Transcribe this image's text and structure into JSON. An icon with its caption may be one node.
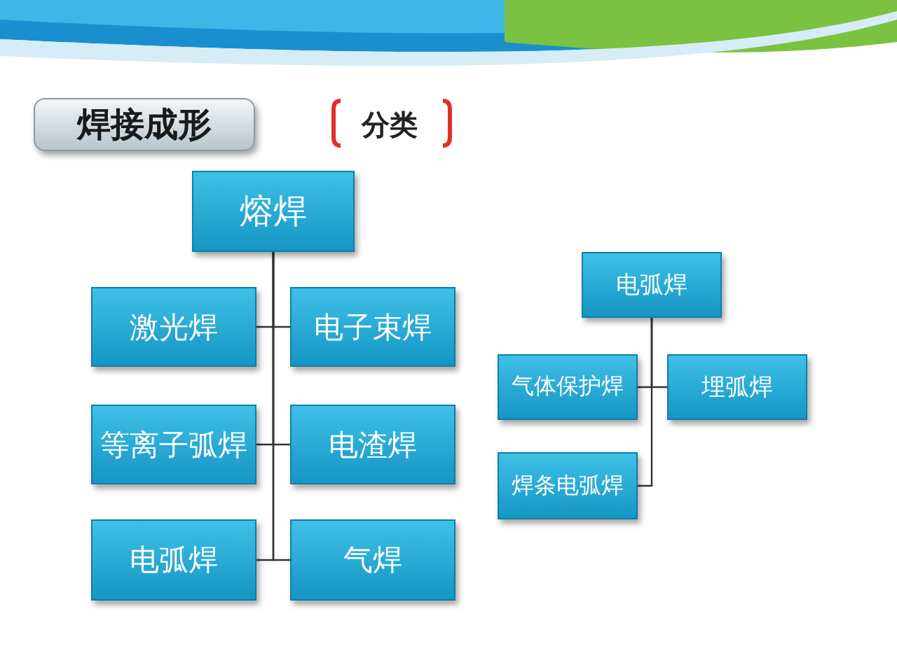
{
  "diagram": {
    "title": "焊接成形",
    "nodes": [
      {
        "text": [
          "熔焊"
        ]
      },
      {
        "text": [
          "激光焊"
        ]
      },
      {
        "text": [
          "电子束焊"
        ]
      },
      {
        "text": [
          "等离子弧焊"
        ]
      },
      {
        "text": [
          "电渣焊"
        ]
      },
      {
        "text": [
          "电弧焊"
        ]
      },
      {
        "text": [
          "气焊"
        ]
      },
      {
        "text": [
          "电弧焊"
        ]
      },
      {
        "text": [
          "气体保护焊"
        ]
      },
      {
        "text": [
          "埋弧焊"
        ]
      },
      {
        "text": [
          "焊条电弧焊"
        ]
      }
    ],
    "edges": [
      {
        "from": 0,
        "to": 1,
        "arrow": "none"
      },
      {
        "from": 0,
        "to": 2,
        "arrow": "none"
      },
      {
        "from": 0,
        "to": 3,
        "arrow": "none"
      },
      {
        "from": 0,
        "to": 4,
        "arrow": "none"
      },
      {
        "from": 0,
        "to": 5,
        "arrow": "none"
      },
      {
        "from": 0,
        "to": 6,
        "arrow": "none"
      },
      {
        "from": 7,
        "to": 8,
        "arrow": "none"
      },
      {
        "from": 7,
        "to": 9,
        "arrow": "none"
      },
      {
        "from": 7,
        "to": 10,
        "arrow": "none"
      }
    ],
    "labels": [
      "分类"
    ]
  }
}
